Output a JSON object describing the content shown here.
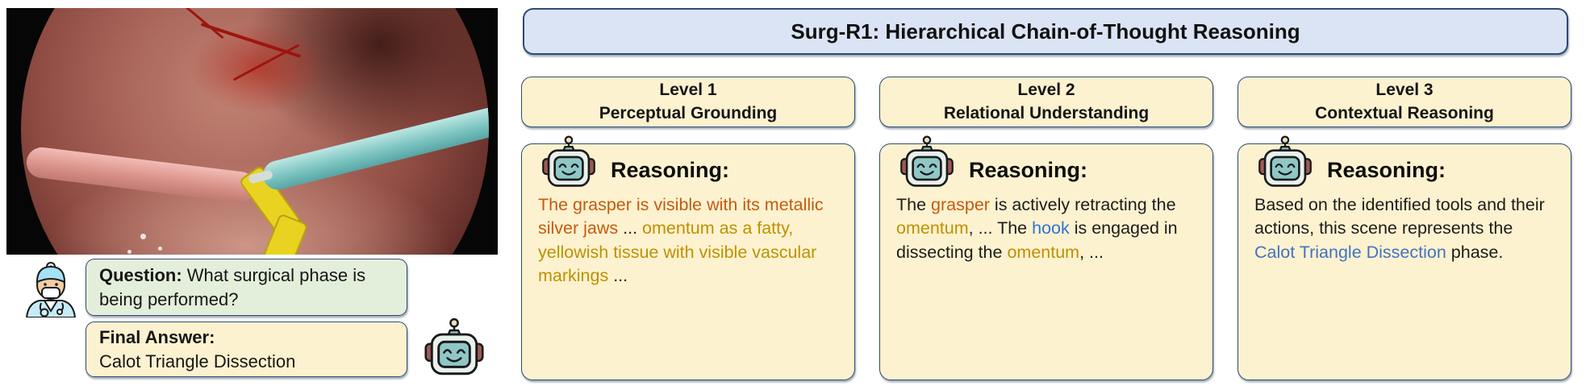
{
  "figure": {
    "title": "Surg-R1: Hierarchical Chain-of-Thought Reasoning"
  },
  "qa": {
    "question_label": "Question:",
    "question_text": " What surgical phase is being performed?",
    "answer_label": "Final Answer:",
    "answer_text": "Calot Triangle Dissection"
  },
  "icons": {
    "doctor": "surgeon-icon",
    "robot": "robot-icon"
  },
  "image_annotations": {
    "grasper_highlight": "pink",
    "omentum_highlight": "yellow",
    "hook_highlight": "teal"
  },
  "columns": [
    {
      "level": "Level 1",
      "subtitle": "Perceptual Grounding",
      "reasoning_label": "Reasoning:",
      "segments": [
        {
          "text": "The grasper is visible with its metallic silver jaws ",
          "color": "#C55A11"
        },
        {
          "text": "... ",
          "color": "#1c1c1c"
        },
        {
          "text": "omentum as a fatty, yellowish tissue with visible vascular markings ",
          "color": "#BF9000"
        },
        {
          "text": "...",
          "color": "#1c1c1c"
        }
      ]
    },
    {
      "level": "Level 2",
      "subtitle": "Relational Understanding",
      "reasoning_label": "Reasoning:",
      "segments": [
        {
          "text": "The ",
          "color": "#1c1c1c"
        },
        {
          "text": "grasper",
          "color": "#C55A11"
        },
        {
          "text": " is actively retracting the ",
          "color": "#1c1c1c"
        },
        {
          "text": "omentum",
          "color": "#BF9000"
        },
        {
          "text": ", ... The ",
          "color": "#1c1c1c"
        },
        {
          "text": "hook",
          "color": "#2E75D6"
        },
        {
          "text": " is engaged in dissecting the ",
          "color": "#1c1c1c"
        },
        {
          "text": "omentum",
          "color": "#BF9000"
        },
        {
          "text": ", ...",
          "color": "#1c1c1c"
        }
      ]
    },
    {
      "level": "Level 3",
      "subtitle": "Contextual Reasoning",
      "reasoning_label": "Reasoning:",
      "segments": [
        {
          "text": "Based on the identified tools and their actions, this scene represents the ",
          "color": "#1c1c1c"
        },
        {
          "text": "Calot Triangle Dissection",
          "color": "#4472C4"
        },
        {
          "text": " phase.",
          "color": "#1c1c1c"
        }
      ]
    }
  ],
  "colors": {
    "accent_orange": "#C55A11",
    "accent_olive": "#BF9000",
    "accent_hook_blue": "#2E75D6",
    "accent_phase_blue": "#4472C4",
    "header_bg": "#DBE4F4",
    "box_yellow": "#FDF2CF",
    "box_green": "#E4EFDB",
    "border_navy": "#2E4A73"
  }
}
